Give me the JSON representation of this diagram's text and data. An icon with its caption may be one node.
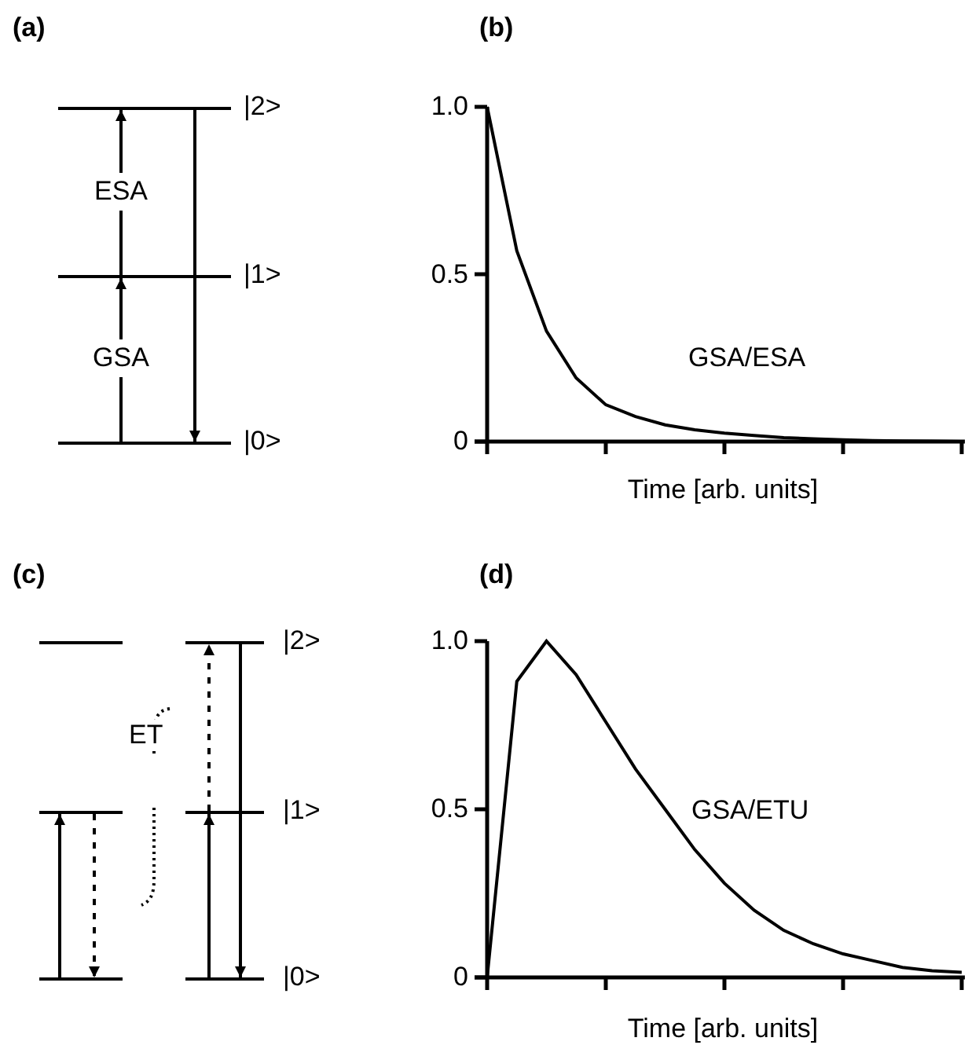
{
  "diagram": {
    "nodes": [
      {
        "text": [],
        "shape": "bar",
        "beside": [
          "|2>"
        ]
      },
      {
        "text": [],
        "shape": "bar",
        "beside": [
          "|1>"
        ]
      },
      {
        "text": [],
        "shape": "bar",
        "beside": [
          "|0>"
        ]
      },
      {
        "text": [],
        "shape": "bar"
      },
      {
        "text": [],
        "shape": "bar"
      },
      {
        "text": [],
        "shape": "bar"
      },
      {
        "text": [],
        "shape": "bar",
        "beside": [
          "|2>"
        ]
      },
      {
        "text": [],
        "shape": "bar",
        "beside": [
          "|1>"
        ]
      },
      {
        "text": [],
        "shape": "bar",
        "beside": [
          "|0>"
        ]
      }
    ],
    "edges": [
      {
        "from": 2,
        "to": 1,
        "arrow": "to",
        "label": "GSA"
      },
      {
        "from": 1,
        "to": 0,
        "arrow": "to",
        "label": "ESA"
      },
      {
        "from": 0,
        "to": 2,
        "arrow": "to"
      },
      {
        "from": 5,
        "to": 4,
        "arrow": "to"
      },
      {
        "from": 4,
        "to": 5,
        "arrow": "to",
        "style": "dashed"
      },
      {
        "from": 8,
        "to": 7,
        "arrow": "to"
      },
      {
        "from": 7,
        "to": 6,
        "arrow": "to",
        "style": "dashed"
      },
      {
        "from": 6,
        "to": 8,
        "arrow": "to"
      }
    ],
    "labels": [
      "(a)",
      "(b)",
      "(c)",
      "ET",
      "(d)"
    ],
    "chart_data": [
      {
        "type": "line",
        "xlabel": "Time [arb. units]",
        "ylim": [
          0,
          1
        ],
        "yticks": [
          {
            "value": 0,
            "label": "0"
          },
          {
            "value": 0.5,
            "label": "0.5"
          },
          {
            "value": 1,
            "label": "1.0"
          }
        ],
        "annotations": [
          "GSA/ESA"
        ],
        "categories": [
          null,
          null,
          null,
          null,
          null,
          null,
          null,
          null,
          null,
          null,
          null,
          null,
          null,
          null,
          null,
          null,
          null
        ],
        "series": [
          {
            "values": [
              1,
              0.57,
              0.33,
              0.19,
              0.11,
              0.075,
              0.05,
              0.035,
              0.025,
              0.018,
              0.012,
              0.008,
              0.005,
              0.003,
              0.002,
              0.001,
              0
            ]
          }
        ]
      },
      {
        "type": "line",
        "xlabel": "Time [arb. units]",
        "ylim": [
          0,
          1
        ],
        "yticks": [
          {
            "value": 0,
            "label": "0"
          },
          {
            "value": 0.5,
            "label": "0.5"
          },
          {
            "value": 1,
            "label": "1.0"
          }
        ],
        "annotations": [
          "GSA/ETU"
        ],
        "categories": [
          null,
          null,
          null,
          null,
          null,
          null,
          null,
          null,
          null,
          null,
          null,
          null,
          null,
          null,
          null,
          null,
          null
        ],
        "series": [
          {
            "values": [
              0,
              0.88,
              1.0,
              0.9,
              0.76,
              0.62,
              0.5,
              0.38,
              0.28,
              0.2,
              0.14,
              0.1,
              0.07,
              0.05,
              0.03,
              0.02,
              0.015
            ]
          }
        ]
      }
    ]
  }
}
